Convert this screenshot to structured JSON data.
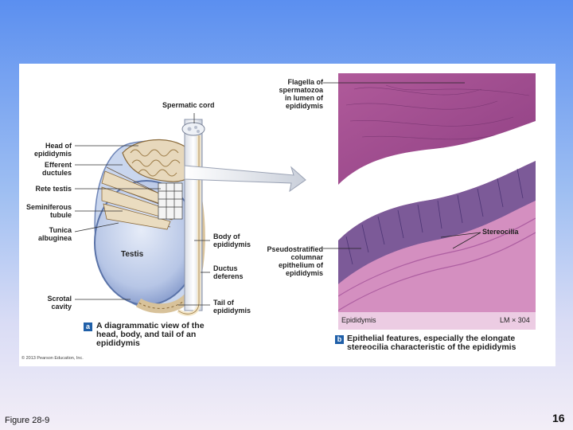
{
  "slide": {
    "figure_ref": "Figure 28-9",
    "page_number": "16"
  },
  "figure": {
    "copyright": "© 2013 Pearson Education, Inc.",
    "diagram": {
      "labels": {
        "head_of_epididymis": "Head of\nepididymis",
        "efferent_ductules": "Efferent\nductules",
        "rete_testis": "Rete testis",
        "seminiferous_tubule": "Seminiferous\ntubule",
        "tunica_albuginea": "Tunica\nalbuginea",
        "scrotal_cavity": "Scrotal\ncavity",
        "spermatic_cord": "Spermatic cord",
        "testis": "Testis",
        "body_of_epididymis": "Body of\nepididymis",
        "ductus_deferens": "Ductus\ndeferens",
        "tail_of_epididymis": "Tail of\nepididymis"
      },
      "badge": "a",
      "caption": "A diagrammatic view of the\nhead, body, and tail of an\nepididymis"
    },
    "micrograph": {
      "labels": {
        "flagella": "Flagella of\nspermatozoa\nin lumen of\nepididymis",
        "pseudostratified": "Pseudostratified\ncolumnar\nepithelium of\nepididymis",
        "stereocilia": "Stereocilia"
      },
      "tag_left": "Epididymis",
      "tag_right": "LM × 304",
      "badge": "b",
      "caption": "Epithelial features, especially the elongate\nstereocilia characteristic of the epididymis"
    }
  }
}
